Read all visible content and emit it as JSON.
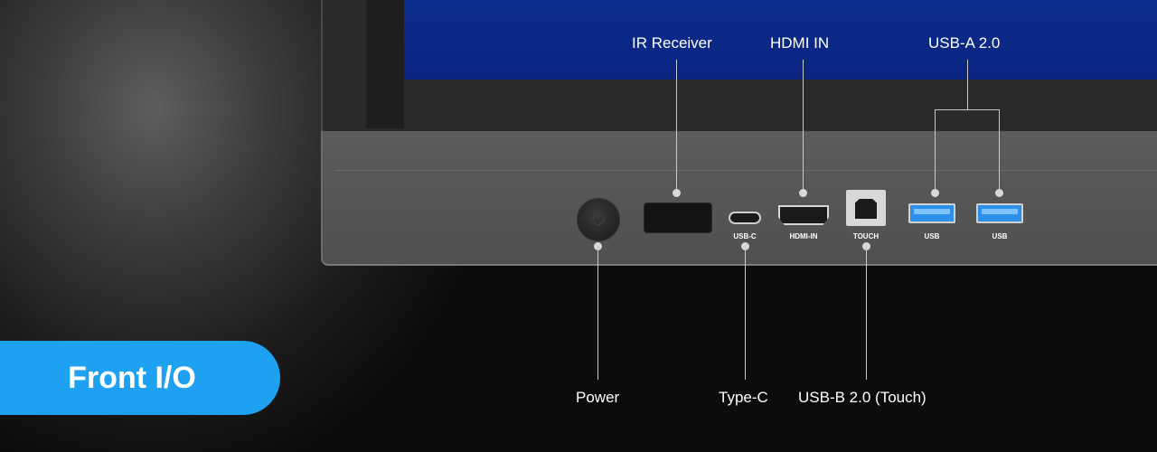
{
  "badge": {
    "title": "Front I/O",
    "color": "#1ea1f1"
  },
  "port_labels": {
    "usbc": "USB-C",
    "hdmi": "HDMI-IN",
    "touch": "TOUCH",
    "usb1": "USB",
    "usb2": "USB"
  },
  "callouts": {
    "ir_receiver": "IR Receiver",
    "hdmi_in": "HDMI IN",
    "usb_a": "USB-A 2.0",
    "power": "Power",
    "type_c": "Type-C",
    "usb_b": "USB-B 2.0 (Touch)"
  },
  "icons": {
    "power": "power-button-icon",
    "ir": "ir-receiver-window",
    "usbc": "usb-c-port",
    "hdmi": "hdmi-port",
    "usbb": "usb-b-port",
    "usba": "usb-a-port"
  }
}
